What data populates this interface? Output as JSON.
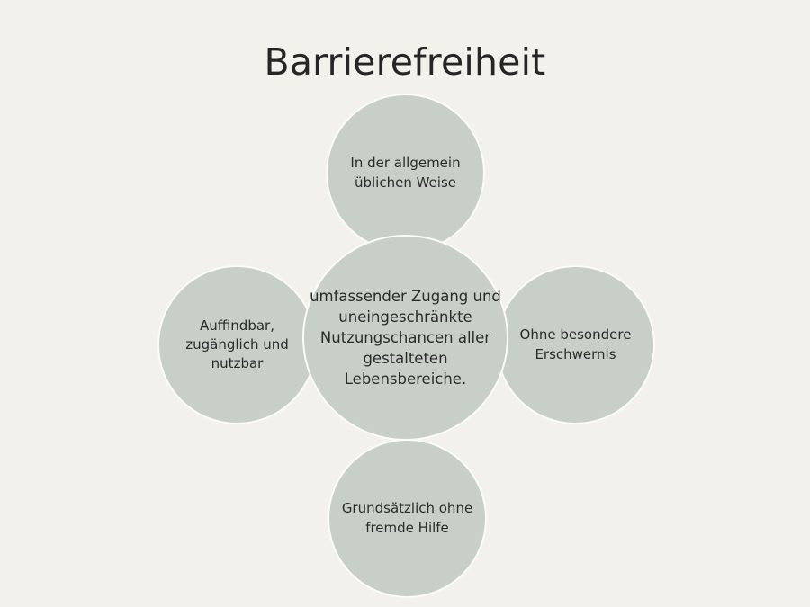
{
  "slide": {
    "background_color": "#F2F1EC",
    "title": "Barrierefreiheit"
  },
  "diagram": {
    "type": "radial-venn",
    "bubble_fill_color": "#C7CFC7",
    "bubble_outline_color": "#FBFBF9",
    "text_color": "#2B2B2B",
    "center": {
      "id": "center",
      "text": "umfassender Zugang und uneingeschränkte Nutzungschancen aller gestalteten Lebensbereiche."
    },
    "satellites": [
      {
        "id": "top",
        "position": "top",
        "text": "In der allgemein üblichen Weise"
      },
      {
        "id": "right",
        "position": "right",
        "text": "Ohne besondere Erschwernis"
      },
      {
        "id": "bottom",
        "position": "bottom",
        "text": "Grundsätzlich ohne fremde Hilfe"
      },
      {
        "id": "left",
        "position": "left",
        "text": "Auffindbar, zugänglich und nutzbar"
      }
    ]
  }
}
